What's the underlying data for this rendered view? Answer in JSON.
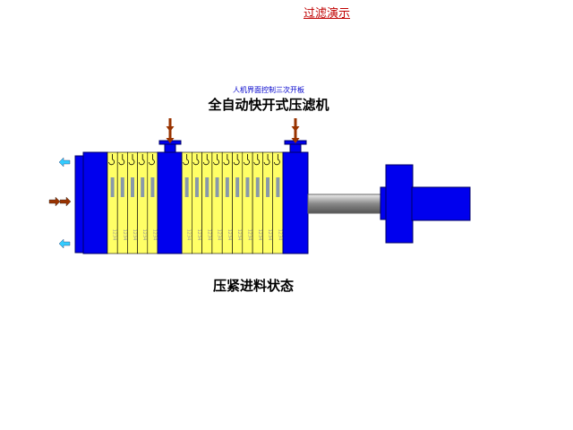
{
  "header": {
    "demo_link": "过滤演示"
  },
  "diagram": {
    "subtitle": "人机界面控制三次开板",
    "title": "全自动快开式压滤机",
    "status": "压紧进料状态",
    "plate_marking": "1234"
  },
  "colors": {
    "frame_blue": "#0000ee",
    "frame_outline": "#000066",
    "plate_yellow": "#ffff66",
    "plate_slot": "#8899aa",
    "arrow_feed": "#993300",
    "arrow_filtrate": "#33ccff",
    "piston_rod": "#999999"
  }
}
